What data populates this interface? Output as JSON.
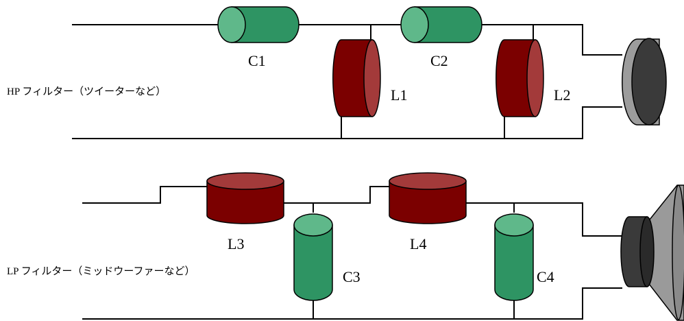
{
  "hp_filter": {
    "label": "HP フィルター（ツイーターなど）",
    "components": {
      "c1": "C1",
      "c2": "C2",
      "l1": "L1",
      "l2": "L2"
    }
  },
  "lp_filter": {
    "label": "LP フィルター（ミッドウーファーなど）",
    "components": {
      "l3": "L3",
      "l4": "L4",
      "c3": "C3",
      "c4": "C4"
    }
  },
  "colors": {
    "capacitor": "#2e9463",
    "capacitor_face": "#5fb88a",
    "inductor": "#7b0000",
    "inductor_face": "#a33a3a",
    "tweeter_body": "#9c9c9c",
    "tweeter_dome": "#3a3a3a",
    "woofer_cone": "#9a9a9a",
    "woofer_magnet": "#3a3a3a"
  }
}
